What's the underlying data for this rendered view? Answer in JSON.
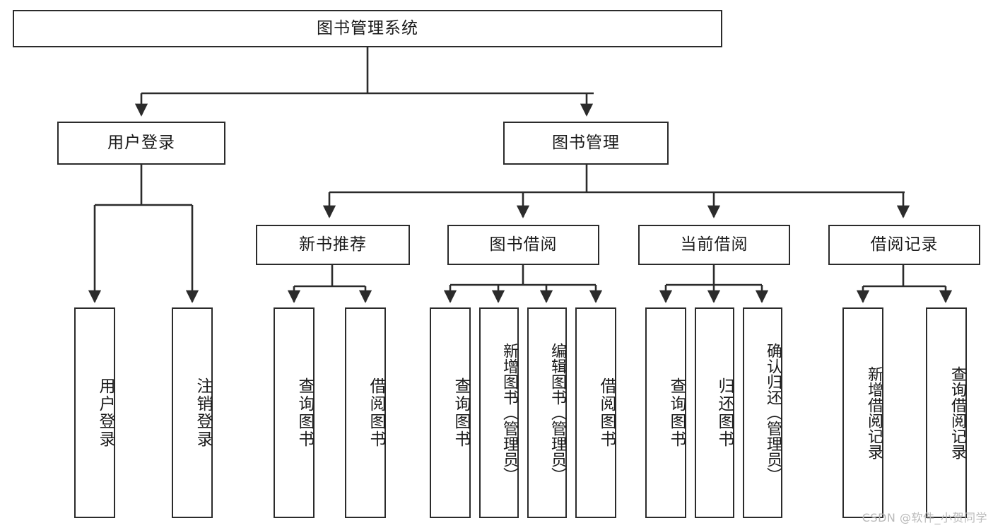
{
  "diagram": {
    "title": "图书管理系统",
    "type": "tree-hierarchy-diagram",
    "stroke_color": "#2b2b2b",
    "fill_color": "#ffffff",
    "text_color": "#1a1a1a",
    "root": {
      "label": "图书管理系统"
    },
    "level2": [
      {
        "label": "用户登录"
      },
      {
        "label": "图书管理"
      }
    ],
    "level3": [
      {
        "label": "新书推荐"
      },
      {
        "label": "图书借阅"
      },
      {
        "label": "当前借阅"
      },
      {
        "label": "借阅记录"
      }
    ],
    "leaves": {
      "user_login": [
        {
          "label": "用户登录"
        },
        {
          "label": "注销登录"
        }
      ],
      "new_book_recommend": [
        {
          "label": "查询图书"
        },
        {
          "label": "借阅图书"
        }
      ],
      "book_borrow": [
        {
          "label": "查询图书"
        },
        {
          "label": "新增图书（管理员）"
        },
        {
          "label": "编辑图书（管理员）"
        },
        {
          "label": "借阅图书"
        }
      ],
      "current_borrow": [
        {
          "label": "查询图书"
        },
        {
          "label": "归还图书"
        },
        {
          "label": "确认归还（管理员）"
        }
      ],
      "borrow_record": [
        {
          "label": "新增借阅记录"
        },
        {
          "label": "查询借阅记录"
        }
      ]
    }
  },
  "watermark": {
    "text": "CSDN @软件_小贺同学"
  }
}
